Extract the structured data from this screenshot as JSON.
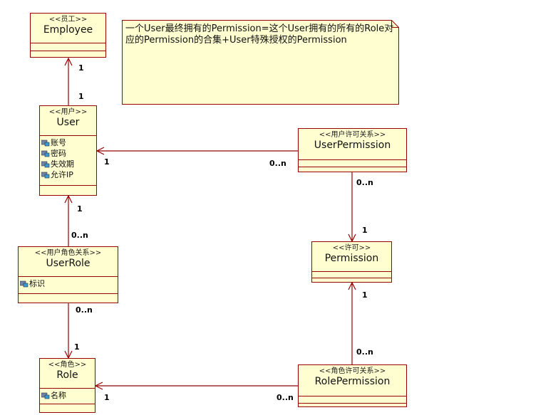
{
  "note": {
    "text": "一个User最终拥有的Permission=这个User拥有的所有的Role对应的Permission的合集+User特殊授权的Permission"
  },
  "classes": {
    "employee": {
      "stereotype": "<<员工>>",
      "name": "Employee",
      "attributes": []
    },
    "user": {
      "stereotype": "<<用户>>",
      "name": "User",
      "attributes": [
        "账号",
        "密码",
        "失效期",
        "允许IP"
      ]
    },
    "user_permission": {
      "stereotype": "<<用户许可关系>>",
      "name": "UserPermission",
      "attributes": []
    },
    "permission": {
      "stereotype": "<<许可>>",
      "name": "Permission",
      "attributes": []
    },
    "user_role": {
      "stereotype": "<<用户角色关系>>",
      "name": "UserRole",
      "attributes": [
        "标识"
      ]
    },
    "role": {
      "stereotype": "<<角色>>",
      "name": "Role",
      "attributes": [
        "名称"
      ]
    },
    "role_permission": {
      "stereotype": "<<角色许可关系>>",
      "name": "RolePermission",
      "attributes": []
    }
  },
  "multiplicities": {
    "user_employee_at_employee": "1",
    "user_employee_at_user": "1",
    "user_permission_at_user": "1",
    "user_permission_at_userpermission": "0..n",
    "user_role_at_user": "1",
    "user_role_at_userrole": "0..n",
    "user_role_role_at_userrole": "0..n",
    "user_role_role_at_role": "1",
    "userpermission_permission_at_userpermission": "0..n",
    "userpermission_permission_at_permission": "1",
    "rolepermission_permission_at_permission": "1",
    "rolepermission_permission_at_rolepermission": "0..n",
    "rolepermission_role_at_role": "1",
    "rolepermission_role_at_rolepermission": "0..n"
  },
  "colors": {
    "class_fill": "#fffed0",
    "class_border": "#990000",
    "line": "#990000"
  },
  "icons": {
    "attribute": "attribute-key-icon"
  }
}
